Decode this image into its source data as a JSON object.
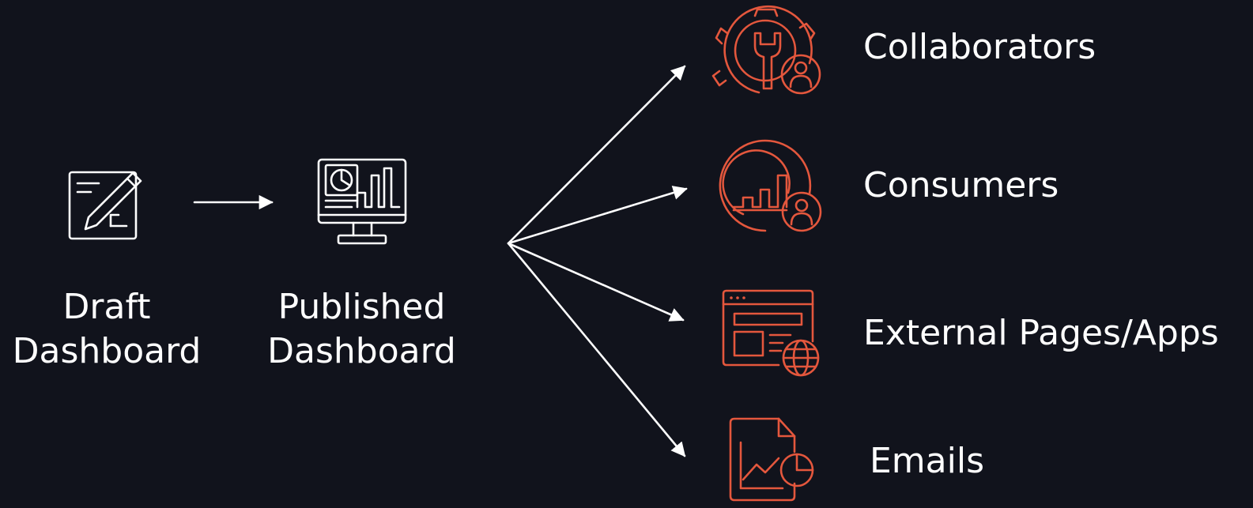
{
  "diagram": {
    "sources": [
      {
        "id": "draft",
        "label": "Draft\nDashboard",
        "icon": "draft-edit-icon"
      },
      {
        "id": "published",
        "label": "Published\nDashboard",
        "icon": "monitor-chart-icon"
      }
    ],
    "targets": [
      {
        "id": "collaborators",
        "label": "Collaborators",
        "icon": "gear-wrench-user-icon"
      },
      {
        "id": "consumers",
        "label": "Consumers",
        "icon": "chart-user-icon"
      },
      {
        "id": "external",
        "label": "External Pages/Apps",
        "icon": "browser-globe-icon"
      },
      {
        "id": "emails",
        "label": "Emails",
        "icon": "document-chart-icon"
      }
    ],
    "colors": {
      "background": "#11131c",
      "line": "#ffffff",
      "accent": "#e4573d"
    }
  }
}
